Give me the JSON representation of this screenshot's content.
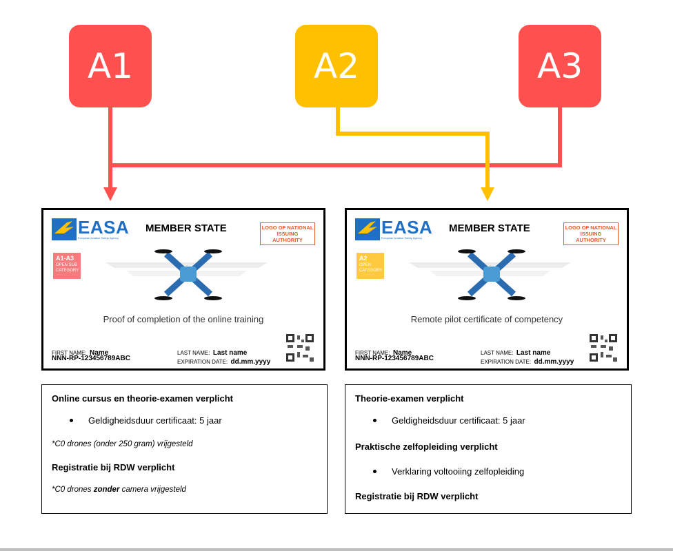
{
  "categories": [
    {
      "label": "A1",
      "color": "#ff5050"
    },
    {
      "label": "A2",
      "color": "#ffc000"
    },
    {
      "label": "A3",
      "color": "#ff5050"
    }
  ],
  "card_common": {
    "easa_word": "EASA",
    "easa_subtitle": "European Aviation Safety Agency",
    "member_state": "MEMBER STATE",
    "logo_national": "LOGO OF NATIONAL ISSUING AUTHORITY",
    "first_name_label": "FIRST NAME:",
    "first_name_value": "Name",
    "id_number": "NNN-RP-123456789ABC",
    "last_name_label": "LAST NAME:",
    "last_name_value": "Last name",
    "expiration_label": "EXPIRATION DATE:",
    "expiration_value": "dd.mm.yyyy"
  },
  "cards": [
    {
      "badge_code": "A1-A3",
      "badge_text": "OPEN SUB CATEGORY",
      "title": "Proof of completion of the online training"
    },
    {
      "badge_code": "A2",
      "badge_text": "OPEN CATEGORY",
      "title": "Remote pilot certificate of competency"
    }
  ],
  "info_left": {
    "heading": "Online cursus en theorie-examen verplicht",
    "bullet": "Geldigheidsduur certificaat: 5 jaar",
    "note1": "*C0 drones (onder 250 gram) vrijgesteld",
    "heading2": "Registratie bij RDW verplicht",
    "note2_pre": "*C0 drones ",
    "note2_bold": "zonder",
    "note2_post": " camera vrijgesteld"
  },
  "info_right": {
    "heading": "Theorie-examen verplicht",
    "bullet1": "Geldigheidsduur certificaat: 5 jaar",
    "heading2": "Praktische zelfopleiding verplicht",
    "bullet2": "Verklaring voltooiing zelfopleiding",
    "heading3": "Registratie bij RDW verplicht"
  },
  "colors": {
    "red": "#ff5050",
    "amber": "#ffc000",
    "easa_blue": "#1f6fc5"
  }
}
